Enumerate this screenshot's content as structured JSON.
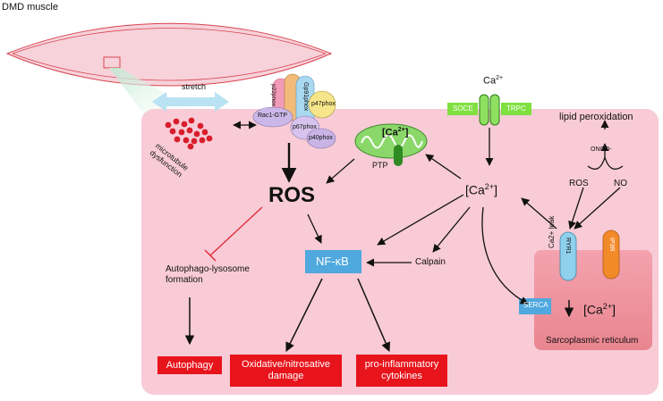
{
  "title": "DMD muscle",
  "stretch": "stretch",
  "microtubule": {
    "line1": "microtubule",
    "line2": "dysfunction"
  },
  "nox": {
    "rac1": "Rac1-GTP",
    "p22": "p22phox",
    "gp91": "Gp91phox",
    "p47": "p47phox",
    "p67": "p67phox",
    "p40": "p40phox"
  },
  "calcium_top": "Ca",
  "calcium_sup": "2+",
  "channels": {
    "soce": "SOCE",
    "trpc": "TRPC"
  },
  "mito": {
    "ca_label": "[Ca",
    "ca_sup": "2+",
    "ca_close": "]",
    "ptp": "PTP"
  },
  "ros": "ROS",
  "cytosolic_ca": {
    "main": "[Ca",
    "sup": "2+",
    "close": "]"
  },
  "lipid_peroxidation": "lipid peroxidation",
  "onoo": "ONOO-",
  "ros_small": "ROS",
  "no": "NO",
  "ca_leak": "Ca2+ leak",
  "ryr1": "RYR1",
  "ip3r": "IP3R",
  "nfkb": "NF-κB",
  "calpain": "Calpain",
  "autophago": {
    "line1": "Autophago-lysosome",
    "line2": "formation"
  },
  "serca": "SERCA",
  "sr_ca": {
    "main": "[Ca",
    "sup": "2+",
    "close": "]"
  },
  "sr": "Sarcoplasmic reticulum",
  "outputs": {
    "autophagy": "Autophagy",
    "oxidative": "Oxidative/nitrosative\ndamage",
    "proinflammatory": "pro-inflammatory\ncytokines"
  },
  "colors": {
    "cell": "#f8cbd7",
    "sr": "#f09aa5",
    "red": "#e8141c",
    "nfkb": "#4fa8de",
    "serca": "#4fa8de",
    "channel": "#7fe040",
    "mito": "#8bd86a",
    "stretch": "#b9e3f3",
    "dots": "#d81e2a",
    "inhibit": "#e0262d"
  }
}
